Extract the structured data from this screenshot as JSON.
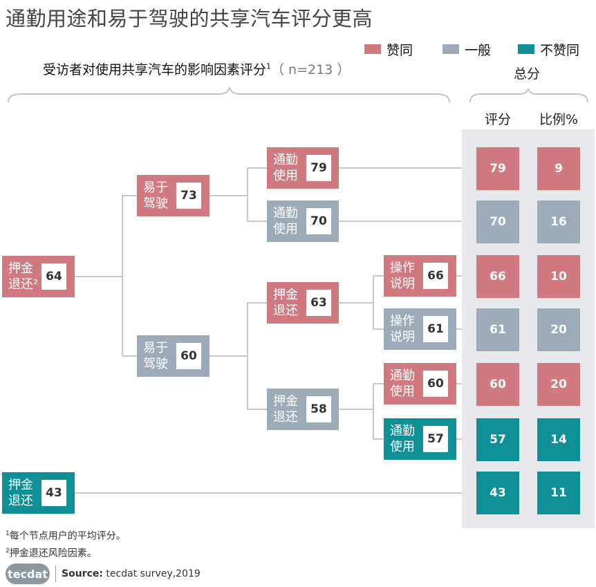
{
  "title": "通勤用途和易于驾驶的共享汽车评分更高",
  "subtitle": {
    "main": "受访者对使用共享汽车的影响因素评分",
    "sup": "1",
    "n": "（ n=213 ）"
  },
  "legend": [
    {
      "label": "赞同",
      "color": "#d07a80"
    },
    {
      "label": "一般",
      "color": "#9dabb8"
    },
    {
      "label": "不赞同",
      "color": "#0f9096"
    }
  ],
  "total_label": "总分",
  "columns": {
    "score": "评分",
    "percent": "比例%"
  },
  "nodes": {
    "root_a": {
      "label": "押金\n退还²",
      "value": "64",
      "color": "#d07a80"
    },
    "l1_a": {
      "label": "易于\n驾驶",
      "value": "73",
      "color": "#d07a80"
    },
    "l1_b": {
      "label": "易于\n驾驶",
      "value": "60",
      "color": "#9dabb8"
    },
    "l2_a": {
      "label": "通勤\n使用",
      "value": "79",
      "color": "#d07a80"
    },
    "l2_b": {
      "label": "通勤\n使用",
      "value": "70",
      "color": "#9dabb8"
    },
    "l2_c": {
      "label": "押金\n退还",
      "value": "63",
      "color": "#d07a80"
    },
    "l2_d": {
      "label": "押金\n退还",
      "value": "58",
      "color": "#9dabb8"
    },
    "l3_a": {
      "label": "操作\n说明",
      "value": "66",
      "color": "#d07a80"
    },
    "l3_b": {
      "label": "操作\n说明",
      "value": "61",
      "color": "#9dabb8"
    },
    "l3_c": {
      "label": "通勤\n使用",
      "value": "60",
      "color": "#d07a80"
    },
    "l3_d": {
      "label": "通勤\n使用",
      "value": "57",
      "color": "#0f9096"
    },
    "root_b": {
      "label": "押金\n退还",
      "value": "43",
      "color": "#0f9096"
    }
  },
  "totals": [
    {
      "score": "79",
      "percent": "9",
      "color": "#d07a80"
    },
    {
      "score": "70",
      "percent": "16",
      "color": "#9dabb8"
    },
    {
      "score": "66",
      "percent": "10",
      "color": "#d07a80"
    },
    {
      "score": "61",
      "percent": "20",
      "color": "#9dabb8"
    },
    {
      "score": "60",
      "percent": "20",
      "color": "#d07a80"
    },
    {
      "score": "57",
      "percent": "14",
      "color": "#0f9096"
    },
    {
      "score": "43",
      "percent": "11",
      "color": "#0f9096"
    }
  ],
  "footnotes": [
    {
      "sup": "1",
      "text": "每个节点用户的平均评分。"
    },
    {
      "sup": "2",
      "text": "押金退还风险因素。"
    }
  ],
  "logo": "tecdat",
  "source": {
    "label": "Source:",
    "text": " tecdat survey,2019"
  }
}
